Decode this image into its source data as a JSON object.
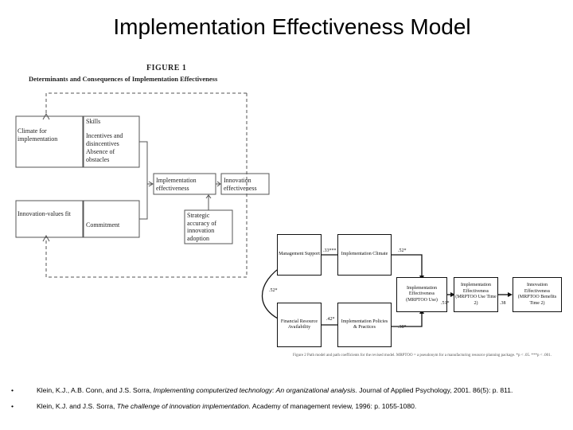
{
  "slide": {
    "title": "Implementation Effectiveness Model"
  },
  "figure1": {
    "label": "FIGURE 1",
    "subtitle": "Determinants and Consequences of Implementation Effectiveness",
    "boxes": {
      "climate": "Climate for implementation",
      "skills": "Skills",
      "incentives": "Incentives and disincentives",
      "absence": "Absence of obstacles",
      "impl_eff": "Implementation effectiveness",
      "innov_eff": "Innovation effectiveness",
      "values_fit": "Innovation-values fit",
      "commitment": "Commitment",
      "strategic": "Strategic accuracy of innovation adoption"
    }
  },
  "figure2": {
    "boxes": {
      "mgmt": "Management Support",
      "impl_climate": "Implementation Climate",
      "fin": "Financial Resource Availability",
      "policies": "Implementation Policies & Practices",
      "ie_use": "Implementation Effectiveness (MRPTOO Use)",
      "ie_t2": "Implementation Effectiveness (MRPTOO Use Time 2)",
      "innov_t2": "Innovation Effectiveness (MRPTOO Benefits Time 2)"
    },
    "coefficients": {
      "mgmt_climate": ".33***",
      "climate_ie": ".52*",
      "mgmt_fin": ".52*",
      "fin_policies": ".42*",
      "policies_ie": ".38*",
      "ie_t2": ".51*",
      "t2_innov": ".38"
    },
    "caption": "Figure 2    Path model and path coefficients for the revised model. MRPTOO = a pseudonym for a manufacturing resource planning package. *p < .05. ***p < .001."
  },
  "references": [
    {
      "bullet": "•",
      "prefix": "Klein, K.J., A.B. Conn, and J.S. Sorra, ",
      "italic": "Implementing computerized technology: An organizational analysis.",
      "suffix": " Journal of Applied Psychology, 2001. 86(5): p. 811."
    },
    {
      "bullet": "•",
      "prefix": "Klein, K.J. and J.S. Sorra, ",
      "italic": "The challenge of innovation implementation.",
      "suffix": " Academy of management review, 1996: p. 1055-1080."
    }
  ]
}
